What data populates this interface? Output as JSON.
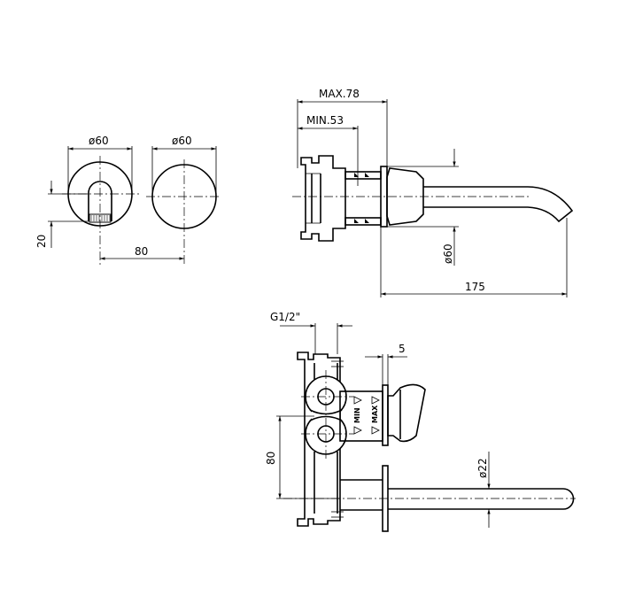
{
  "dimensions": {
    "front_left_diameter": "ø60",
    "front_right_diameter": "ø60",
    "spout_offset": "20",
    "center_distance": "80",
    "max_depth": "MAX.78",
    "min_depth": "MIN.53",
    "plate_diameter": "ø60",
    "spout_length": "175",
    "thread": "G1/2\"",
    "plate_gap": "5",
    "vertical_spacing": "80",
    "spout_diameter": "ø22"
  },
  "labels": {
    "min_mark": "MIN",
    "max_mark": "MAX"
  }
}
